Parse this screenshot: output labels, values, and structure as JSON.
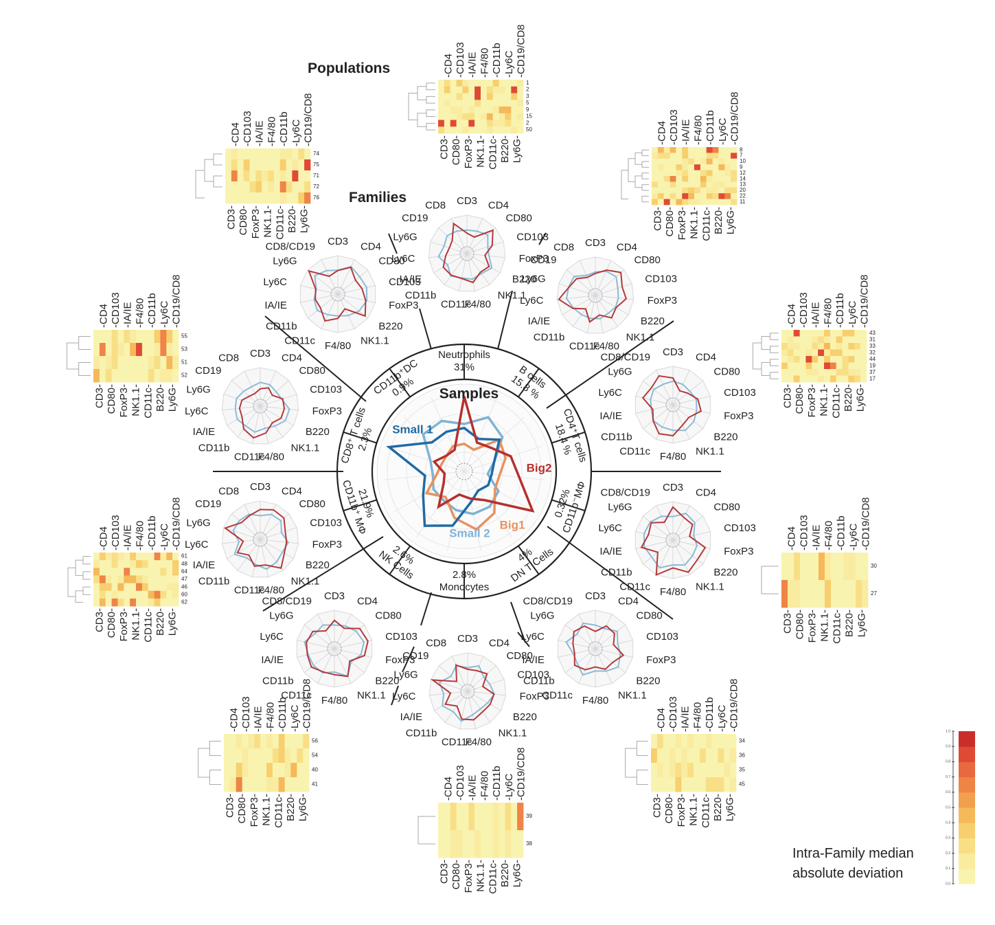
{
  "headings": {
    "populations": "Populations",
    "families": "Families",
    "samples": "Samples"
  },
  "legend": {
    "line1": "Intra-Family median",
    "line2": "absolute deviation"
  },
  "colors": {
    "small1": "#1f6aa5",
    "small2": "#7fb3d5",
    "big1": "#e8925f",
    "big2": "#b5302e",
    "family_red": "#b5383a",
    "family_blue": "#8cbad6",
    "ring": "#222222",
    "web": "#d8d8d8",
    "heat_scale": [
      "#f9f3b0",
      "#f9eca0",
      "#f8df86",
      "#f7cf6e",
      "#f5b85a",
      "#f29f4e",
      "#ee8446",
      "#e8683f",
      "#df4a35",
      "#c92e2b"
    ]
  },
  "samples_ring": {
    "segments": [
      {
        "name": "Neutrophils",
        "pct": "31%"
      },
      {
        "name": "B cells",
        "pct": "15.8 %"
      },
      {
        "name": "CD4⁺T cells",
        "pct": "18.4 %"
      },
      {
        "name": "CD11b⁻MΦ",
        "pct": "0.32%"
      },
      {
        "name": "DN T Cells",
        "pct": "4%"
      },
      {
        "name": "Monocytes",
        "pct": "2.8%"
      },
      {
        "name": "NK Cells",
        "pct": "2.6%"
      },
      {
        "name": "CD11b⁺ MΦ",
        "pct": "21.9%"
      },
      {
        "name": "CD8⁺ T cells",
        "pct": "2.3%"
      },
      {
        "name": "CD11b⁺DC",
        "pct": "0.9%"
      }
    ],
    "series_labels": [
      "Small 1",
      "Small 2",
      "Big1",
      "Big2"
    ]
  },
  "marker_lists": {
    "top": [
      "CD4",
      "CD103",
      "IA/IE",
      "F4/80",
      "CD11b",
      "Ly6C",
      "CD19/CD8"
    ],
    "bottom": [
      "CD3",
      "CD80",
      "FoxP3",
      "NK1.1",
      "CD11c",
      "B220",
      "Ly6G"
    ],
    "radar_full": [
      "CD3",
      "CD4",
      "CD80",
      "CD103",
      "FoxP3",
      "B220",
      "NK1.1",
      "F4/80",
      "CD11c",
      "CD11b",
      "IA/IE",
      "Ly6C",
      "Ly6G",
      "CD19",
      "CD8"
    ],
    "radar_combined": [
      "CD3",
      "CD4",
      "CD80",
      "CD103",
      "FoxP3",
      "B220",
      "NK1.1",
      "F4/80",
      "CD11c",
      "CD11b",
      "IA/IE",
      "Ly6C",
      "Ly6G",
      "CD8/CD19"
    ]
  },
  "heatmaps": {
    "hm_top": {
      "rows": [
        "1",
        "2",
        "3",
        "5",
        "9",
        "15",
        "2",
        "50"
      ]
    },
    "hm_top_right": {
      "rows": [
        "8",
        "7",
        "10",
        "9",
        "12",
        "14",
        "13",
        "20",
        "22",
        "11"
      ]
    },
    "hm_right": {
      "rows": [
        "43",
        "31",
        "33",
        "32",
        "44",
        "19",
        "37",
        "17"
      ]
    },
    "hm_lower_right": {
      "rows": [
        "30",
        "27"
      ]
    },
    "hm_bottom_right": {
      "rows": [
        "34",
        "36",
        "35",
        "45"
      ]
    },
    "hm_bottom": {
      "rows": [
        "39",
        "38"
      ]
    },
    "hm_bottom_left": {
      "rows": [
        "56",
        "54",
        "40",
        "41"
      ]
    },
    "hm_lower_left": {
      "rows": [
        "61",
        "48",
        "64",
        "47",
        "46",
        "60",
        "62"
      ]
    },
    "hm_left": {
      "rows": [
        "55",
        "53",
        "51",
        "52"
      ]
    },
    "hm_top_left": {
      "rows": [
        "74",
        "75",
        "71",
        "72",
        "76"
      ]
    }
  },
  "scale_ticks": [
    "1.0",
    "0.9",
    "0.8",
    "0.7",
    "0.6",
    "0.5",
    "0.4",
    "0.3",
    "0.2",
    "0.1",
    "0.0"
  ]
}
